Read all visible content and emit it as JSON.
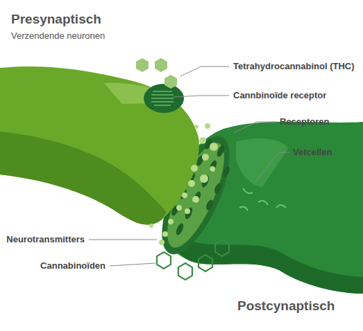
{
  "diagram": {
    "labels": [
      "Presynaptisch",
      "Verzendende neuronen",
      "Tetrahydrocannabinol (THC)",
      "Cannbinoïde receptor",
      "Receptoren",
      "Vetcellen",
      "Neurotransmitters",
      "Cannabinoïden",
      "Postcynaptisch"
    ]
  }
}
